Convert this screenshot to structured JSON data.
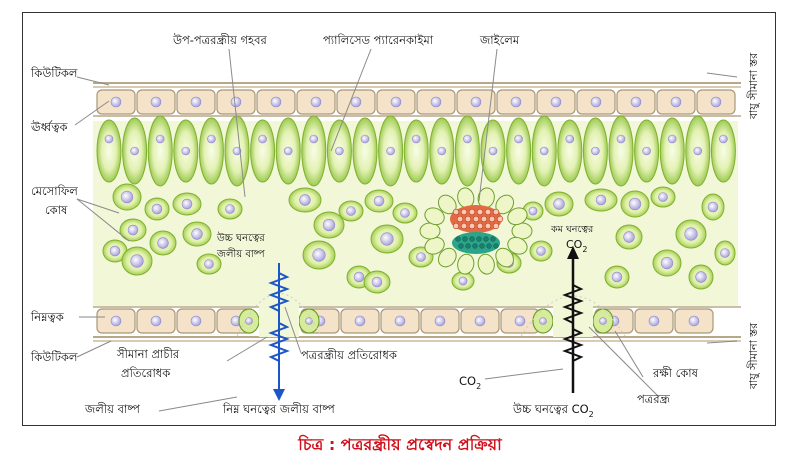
{
  "labels": {
    "substomatal_cavity": "উপ-পত্ররন্ধ্রীয় গহবর",
    "palisade": "প্যালিসেড প্যারেনকাইমা",
    "xylem": "জাইলেম",
    "cuticle_top": "কিউটিকল",
    "upper_epidermis": "ঊর্ধ্বত্বক",
    "mesophyll_1": "মেসোফিল",
    "mesophyll_2": "কোষ",
    "high_vapour_1": "উচ্চ ঘনত্বের",
    "high_vapour_2": "জলীয় বাষ্প",
    "low_co2_1": "কম ঘনত্বের",
    "low_co2_2": "CO",
    "lower_epidermis": "নিম্নত্বক",
    "cuticle_bottom": "কিউটিকল",
    "boundary_resistance_1": "সীমানা প্রাচীর",
    "boundary_resistance_2": "প্রতিরোধক",
    "stomatal_resistance": "পত্ররন্ধ্রীয় প্রতিরোধক",
    "co2_left": "CO",
    "guard_cell": "রক্ষী কোষ",
    "stoma": "পত্ররন্ধ্র",
    "water_vapour": "জলীয় বাষ্প",
    "low_vapour": "নিম্ন ঘনত্বের জলীয় বাষ্প",
    "high_co2": "উচ্চ ঘনত্বের CO",
    "air_boundary_top": "বায়ু সীমানা স্তর",
    "air_boundary_bottom": "বায়ু সীমানা স্তর",
    "subscript_2": "2"
  },
  "caption": "চিত্র : পত্ররন্ধ্রীয় প্রস্বেদন প্রক্রিয়া",
  "colors": {
    "epidermis_fill": "#f4e3c8",
    "palisade_fill": "#c2e07a",
    "mesophyll_fill": "#d6ec9a",
    "nucleus": "#b9b3e6",
    "xylem_red": "#d8502c",
    "phloem_teal": "#2aa48a",
    "arrow_blue": "#1c55c8",
    "caption_red": "#d0101a"
  }
}
